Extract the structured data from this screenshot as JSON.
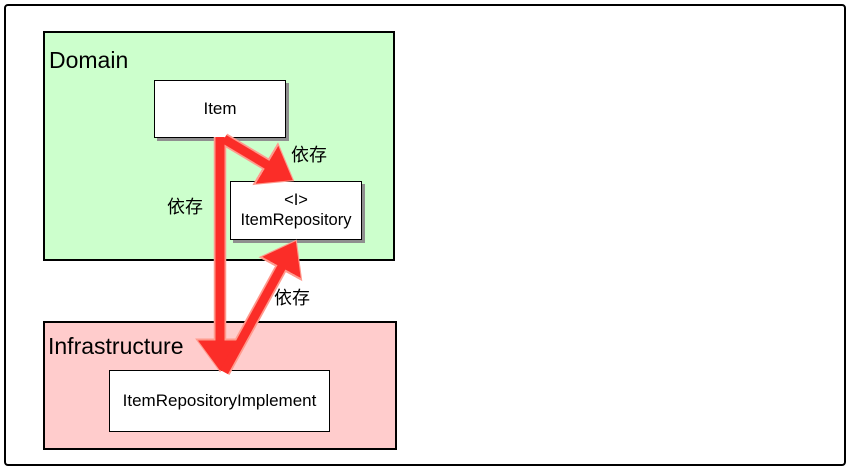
{
  "colors": {
    "domain_fill": "#ccffcc",
    "infra_fill": "#ffcccc",
    "node_fill": "#ffffff",
    "border": "#000000",
    "arrow": "#fb2d28",
    "arrow_outline": "#ff9a8d"
  },
  "layers": {
    "domain": {
      "label": "Domain"
    },
    "infrastructure": {
      "label": "Infrastructure"
    }
  },
  "nodes": {
    "item": {
      "label": "Item"
    },
    "item_repository": {
      "stereotype": "<I>",
      "label": "ItemRepository"
    },
    "item_repository_implement": {
      "label": "ItemRepositoryImplement"
    }
  },
  "edges": [
    {
      "from": "Item",
      "to": "ItemRepository",
      "label": "依存"
    },
    {
      "from": "Item",
      "to": "ItemRepositoryImplement",
      "label": "依存"
    },
    {
      "from": "ItemRepositoryImplement",
      "to": "ItemRepository",
      "label": "依存"
    }
  ]
}
